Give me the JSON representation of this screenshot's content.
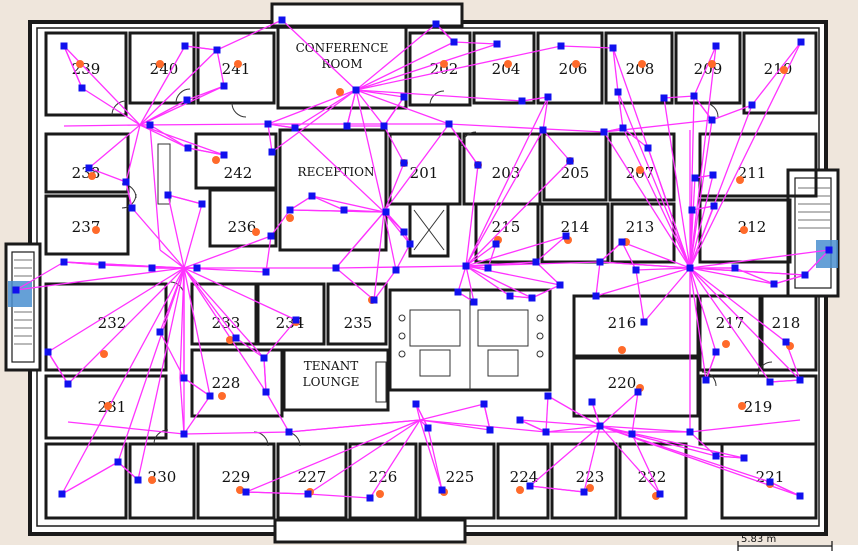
{
  "rooms": {
    "r239": "239",
    "r240": "240",
    "r241": "241",
    "conf1": "CONFERENCE",
    "conf2": "ROOM",
    "r202": "202",
    "r204": "204",
    "r206": "206",
    "r208": "208",
    "r209": "209",
    "r210": "210",
    "r238": "238",
    "r242": "242",
    "reception": "RECEPTION",
    "r201": "201",
    "r203": "203",
    "r205": "205",
    "r207": "207",
    "r211": "211",
    "r237": "237",
    "r236": "236",
    "r215": "215",
    "r214": "214",
    "r213": "213",
    "r212": "212",
    "r232": "232",
    "r233": "233",
    "r234": "234",
    "r235": "235",
    "r216": "216",
    "r217": "217",
    "r218": "218",
    "tenant1": "TENANT",
    "tenant2": "LOUNGE",
    "r228": "228",
    "r220": "220",
    "r231": "231",
    "r219": "219",
    "r230": "230",
    "r229": "229",
    "r227": "227",
    "r226": "226",
    "r225": "225",
    "r224": "224",
    "r223": "223",
    "r222": "222",
    "r221": "221"
  },
  "scale_bar": {
    "label": "5.83 m"
  },
  "colors": {
    "wall": "#1a1a1a",
    "floor": "#ffffff",
    "outside": "#efe6dc",
    "link": "#ff33ff",
    "node": "#1010ee",
    "target": "#ff6a2a",
    "stair_highlight": "#4a8fd0"
  }
}
